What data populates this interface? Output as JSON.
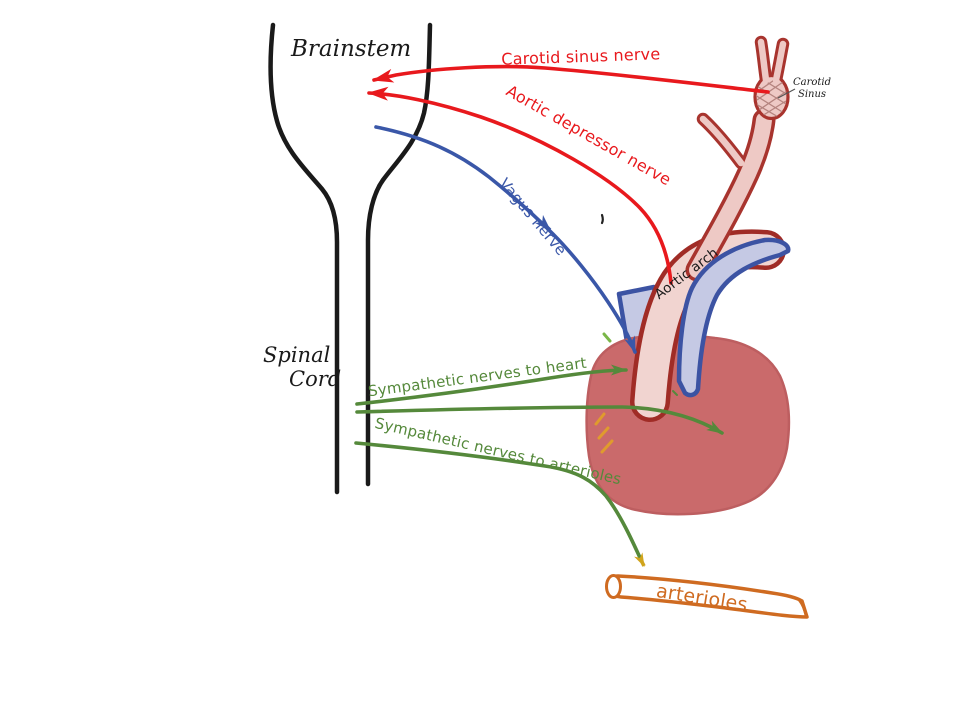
{
  "diagram": {
    "labels": {
      "brainstem": "Brainstem",
      "spinal_cord_line1": "Spinal",
      "spinal_cord_line2": "Cord",
      "carotid_sinus_nerve": "Carotid sinus nerve",
      "aortic_depressor_nerve": "Aortic depressor nerve",
      "vagus_nerve": "Vagus nerve",
      "sympathetic_nerves_to_heart": "Sympathetic nerves to heart",
      "sympathetic_nerves_to_arterioles": "Sympathetic nerves to arterioles",
      "aortic_arch": "Aortic arch",
      "carotid_sinus_line1": "Carotid",
      "carotid_sinus_line2": "Sinus",
      "arterioles": "arterioles"
    },
    "colors": {
      "ink": "#1a1a1a",
      "nerve_red": "#e8191d",
      "nerve_blue": "#3a57a8",
      "nerve_green": "#55893b",
      "arteriole_orange": "#cf6b21",
      "gold_arrow": "#d0a41c",
      "heart_fill": "#ca6a6b",
      "heart_edge": "#bd5e60",
      "aorta_fill": "#f1d4d0",
      "aorta_outline": "#a02c26",
      "carotid_fill": "#eec9c5",
      "carotid_outline": "#a8342e",
      "vessel_fill": "#c5c9e4",
      "vessel_outline": "#3c53a3",
      "hatch_orange": "#e09b2d",
      "stray_green": "#7ab648"
    }
  }
}
